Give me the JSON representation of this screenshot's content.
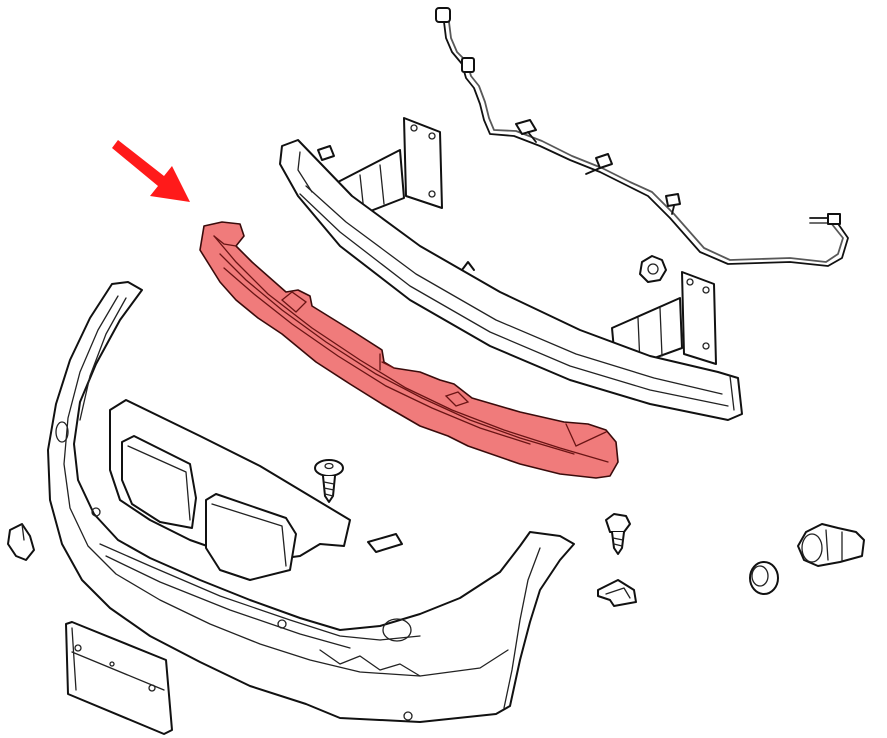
{
  "diagram": {
    "type": "exploded-parts-diagram",
    "subject": "front bumper assembly",
    "colors": {
      "background": "#ffffff",
      "line": "#111111",
      "highlight_fill": "#f07b7b",
      "arrow": "#ff1a1a"
    },
    "callout": {
      "arrow_icon": "arrow-down-right",
      "points_to": "bumper-absorber"
    },
    "components": [
      {
        "id": "parking-sensor-wiring-harness",
        "label": "parking sensor wiring harness"
      },
      {
        "id": "bumper-reinforcement-carrier",
        "label": "bumper reinforcement carrier"
      },
      {
        "id": "bumper-absorber",
        "label": "bumper absorber (highlighted)"
      },
      {
        "id": "bumper-cover",
        "label": "front bumper cover"
      },
      {
        "id": "license-plate-bracket",
        "label": "license plate bracket"
      },
      {
        "id": "tow-eye-cover",
        "label": "tow eye cover"
      },
      {
        "id": "screw",
        "label": "screw"
      },
      {
        "id": "bolt",
        "label": "bolt"
      },
      {
        "id": "clip-nut",
        "label": "clip nut"
      },
      {
        "id": "expanding-nut",
        "label": "expanding nut"
      },
      {
        "id": "grommet",
        "label": "grommet"
      },
      {
        "id": "parking-sensor",
        "label": "parking sensor"
      },
      {
        "id": "small-cover",
        "label": "small cover"
      }
    ]
  }
}
